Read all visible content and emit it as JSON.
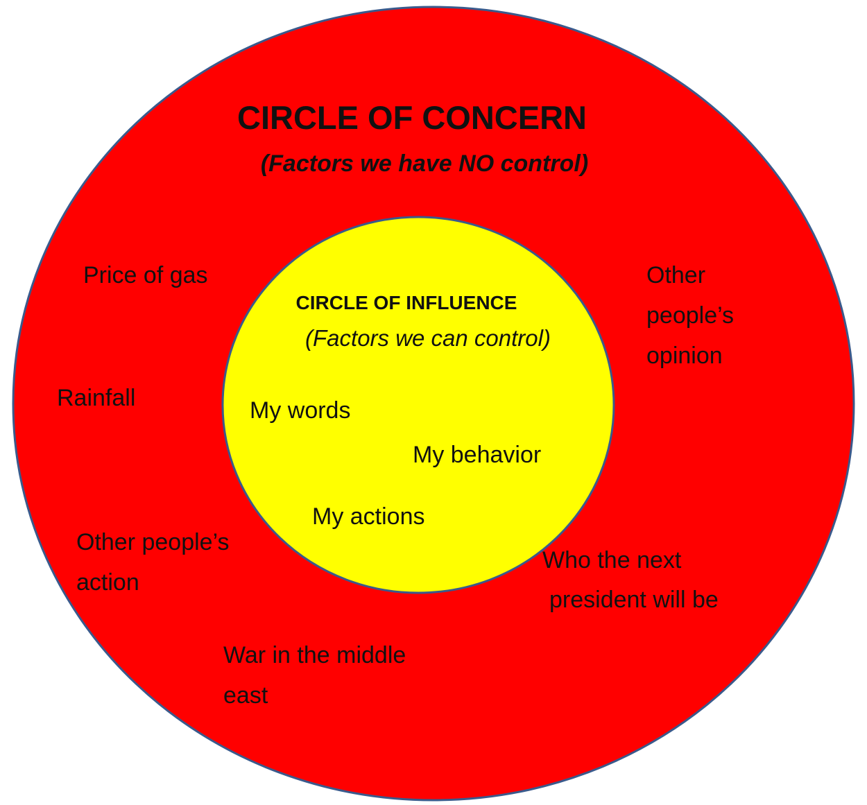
{
  "colors": {
    "outer": "#ff0000",
    "inner": "#ffff00",
    "border": "#3a5a8c",
    "text": "#111111"
  },
  "outer": {
    "title": "CIRCLE OF CONCERN",
    "subtitle": "(Factors we have NO control)",
    "items": {
      "price_of_gas": "Price of gas",
      "rainfall": "Rainfall",
      "opinion": [
        "Other",
        "people’s",
        "opinion"
      ],
      "action": [
        "Other people’s",
        "action"
      ],
      "war": [
        "War in the middle",
        "east"
      ],
      "president": [
        "Who the next",
        "president will be"
      ]
    }
  },
  "inner": {
    "title": "CIRCLE OF INFLUENCE",
    "subtitle": "(Factors we can control)",
    "items": {
      "words": "My words",
      "behavior": "My behavior",
      "actions": "My actions"
    }
  }
}
